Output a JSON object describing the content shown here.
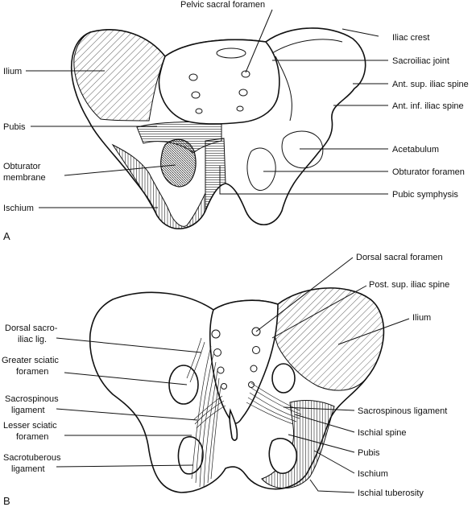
{
  "panel_a": {
    "letter": "A",
    "labels": {
      "pelvic_sacral_foramen": "Pelvic sacral foramen",
      "iliac_crest": "Iliac crest",
      "sacroiliac_joint": "Sacroiliac joint",
      "ant_sup_iliac_spine": "Ant. sup. iliac spine",
      "ant_inf_iliac_spine": "Ant. inf. iliac spine",
      "acetabulum": "Acetabulum",
      "obturator_foramen": "Obturator foramen",
      "pubic_symphysis": "Pubic symphysis",
      "ilium": "Ilium",
      "pubis": "Pubis",
      "obturator_membrane_1": "Obturator",
      "obturator_membrane_2": "membrane",
      "ischium": "Ischium"
    }
  },
  "panel_b": {
    "letter": "B",
    "labels": {
      "dorsal_sacral_foramen": "Dorsal sacral foramen",
      "post_sup_iliac_spine": "Post. sup. iliac spine",
      "ilium": "Ilium",
      "dorsal_sacroiliac_lig_1": "Dorsal sacro-",
      "dorsal_sacroiliac_lig_2": "iliac lig.",
      "greater_sciatic_foramen_1": "Greater sciatic",
      "greater_sciatic_foramen_2": "foramen",
      "sacrospinous_ligament_left_1": "Sacrospinous",
      "sacrospinous_ligament_left_2": "ligament",
      "lesser_sciatic_foramen_1": "Lesser sciatic",
      "lesser_sciatic_foramen_2": "foramen",
      "sacrotuberous_ligament_1": "Sacrotuberous",
      "sacrotuberous_ligament_2": "ligament",
      "sacrospinous_ligament_right": "Sacrospinous ligament",
      "ischial_spine": "Ischial spine",
      "pubis": "Pubis",
      "ischium": "Ischium",
      "ischial_tuberosity": "Ischial tuberosity"
    }
  }
}
